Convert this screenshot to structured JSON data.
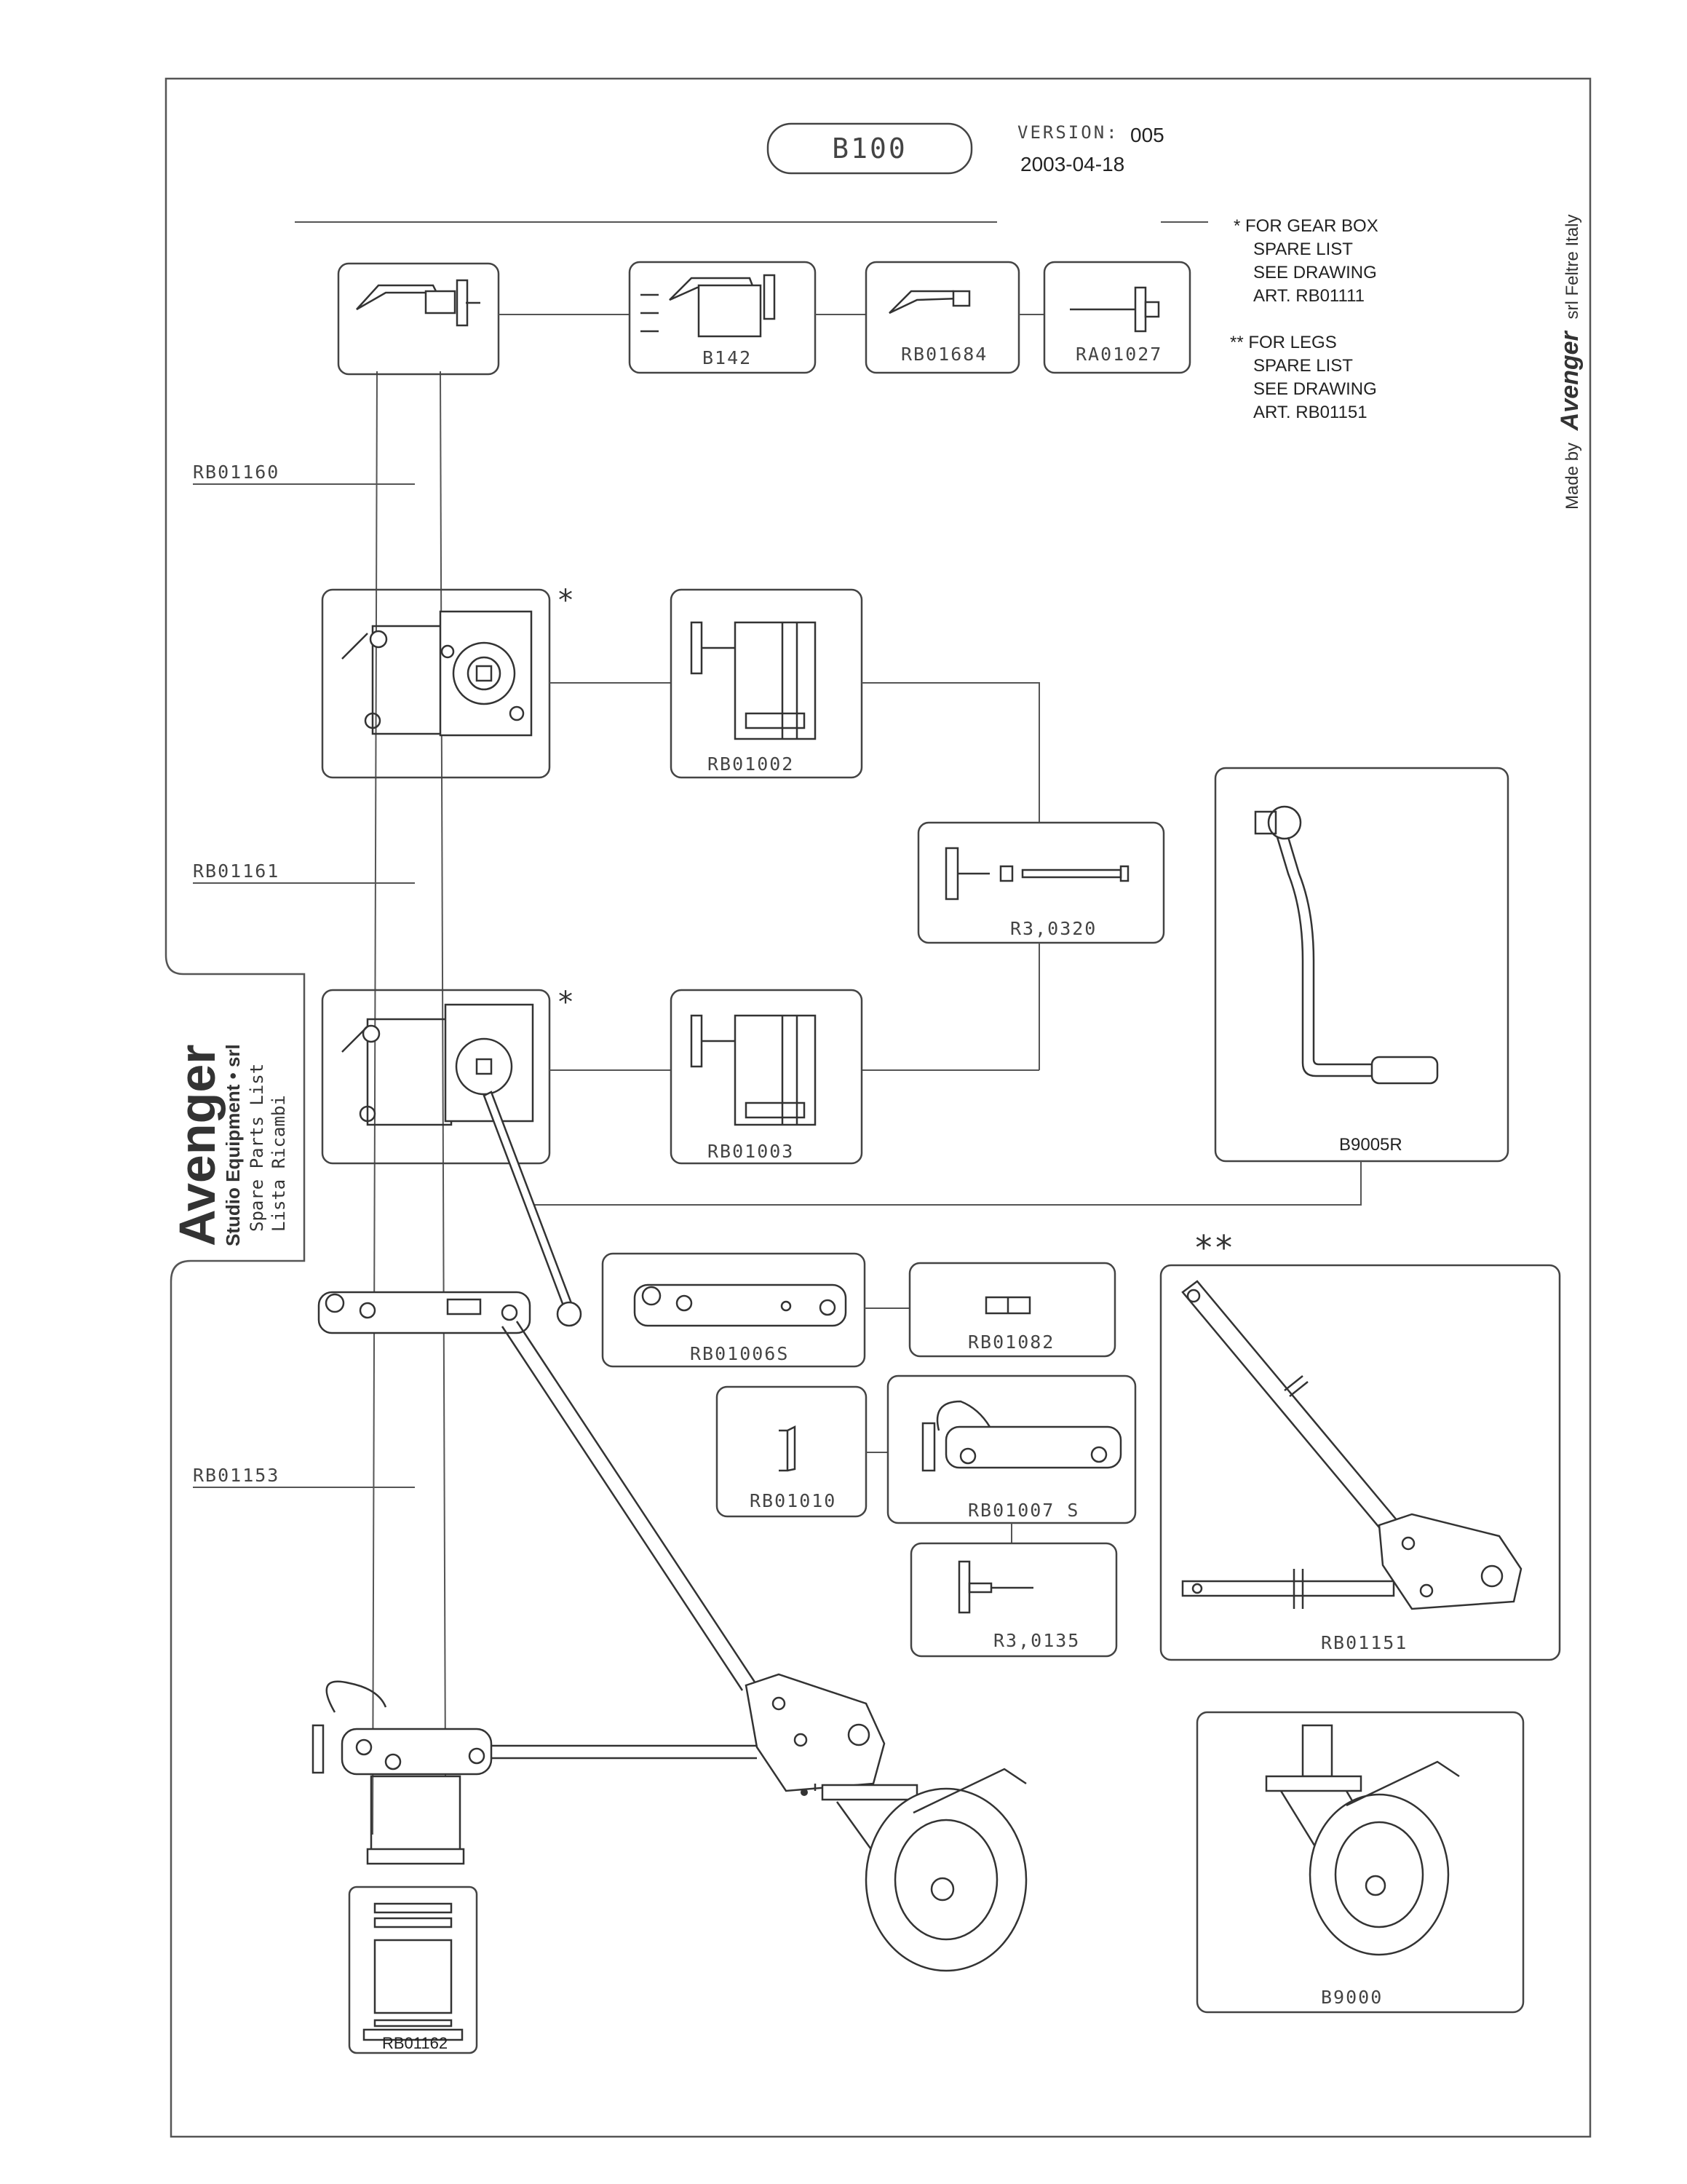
{
  "header": {
    "model_title": "B100",
    "version_label": "VERSION:",
    "version_number": "005",
    "date": "2003-04-18"
  },
  "notes": {
    "gearbox": [
      "*  FOR GEAR BOX",
      "SPARE LIST",
      "SEE DRAWING",
      "ART. RB01111"
    ],
    "legs": [
      "** FOR LEGS",
      "SPARE LIST",
      "SEE DRAWING",
      "ART. RB01151"
    ]
  },
  "side_text": {
    "made_by": "Made by",
    "brand": "Avenger",
    "company": "srl Feltre Italy"
  },
  "logo": {
    "brand": "Avenger",
    "subtitle": "Studio Equipment • srl",
    "line1": "Spare Parts List",
    "line2": "Lista Ricambi"
  },
  "parts": {
    "b142": "B142",
    "rb01684": "RB01684",
    "ra01027": "RA01027",
    "rb01160": "RB01160",
    "rb01002": "RB01002",
    "rb01161": "RB01161",
    "r3_0320": "R3,0320",
    "b9005r": "B9005R",
    "rb01003": "RB01003",
    "rb01006s": "RB01006S",
    "rb01082": "RB01082",
    "rb01010": "RB01010",
    "rb01007s": "RB01007 S",
    "r3_0135": "R3,0135",
    "rb01151": "RB01151",
    "rb01153": "RB01153",
    "b9000": "B9000",
    "rb01162": "RB01162"
  },
  "markers": {
    "gearbox_upper": "*",
    "gearbox_lower": "*",
    "legs": "**"
  }
}
